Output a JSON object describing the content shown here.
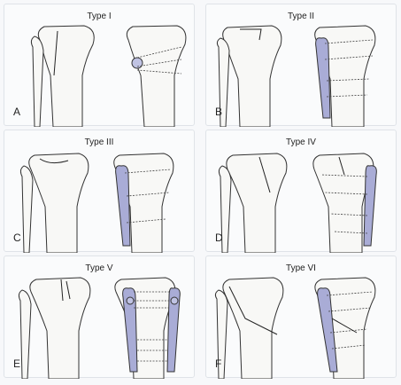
{
  "panels": [
    {
      "type_label": "Type I",
      "letter": "A"
    },
    {
      "type_label": "Type II",
      "letter": "B"
    },
    {
      "type_label": "Type III",
      "letter": "C"
    },
    {
      "type_label": "Type IV",
      "letter": "D"
    },
    {
      "type_label": "Type V",
      "letter": "E"
    },
    {
      "type_label": "Type VI",
      "letter": "F"
    }
  ],
  "colors": {
    "plate": "#a9acd6",
    "bone": "#f8f8f6",
    "line": "#333333"
  }
}
